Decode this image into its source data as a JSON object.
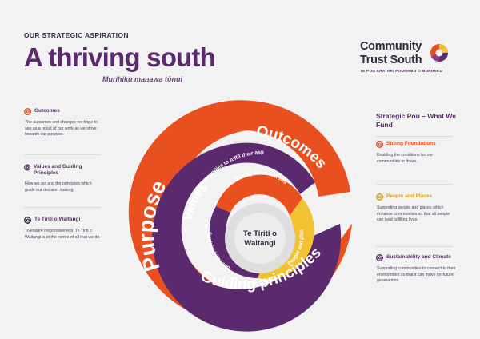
{
  "header": {
    "eyebrow": "OUR STRATEGIC ASPIRATION",
    "title": "A thriving south",
    "subtitle": "Murihiku manawa tōnui"
  },
  "logo": {
    "line1": "Community",
    "line2": "Trust South",
    "tagline": "TE POU ARATAKI POUNAMU O MURIHIKU"
  },
  "left_items": [
    {
      "heading": "Outcomes",
      "description": "The outcomes and changes we hope to see as a result of our work as we strive towards our purpose."
    },
    {
      "heading": "Values and Guiding Principles",
      "description": "How we act and the principles which guide our decision making."
    },
    {
      "heading": "Te Tiriti o Waitangi",
      "description": "To ensure responsiveness, Te Tiriti o Waitangi is at the centre of all that we do."
    }
  ],
  "right_panel": {
    "title": "Strategic Pou – What We Fund",
    "items": [
      {
        "heading": "Strong Foundations",
        "description": "Enabling the conditions for our communities to thrive."
      },
      {
        "heading": "People and Places",
        "description": "Supporting people and places which enhance communities so that all people can lead fulfilling lives."
      },
      {
        "heading": "Sustainability and Climate",
        "description": "Supporting communities to connect to their environment so that it can thrive for future generations."
      }
    ]
  },
  "spiral": {
    "purpose": "Purpose",
    "purpose_sub": "Empowering communities to fulfil their aspirations.",
    "outcomes": "Outcomes",
    "values": "Values",
    "guiding": "Guiding principles",
    "strong_foundations": "Strong Foundations",
    "people_places": "People and places",
    "sustainability": "Sustainability and climate",
    "center_line1": "Te Tiriti o",
    "center_line2": "Waitangi"
  },
  "colors": {
    "orange": "#e8501f",
    "purple": "#5b2a6e",
    "gold": "#f2c232",
    "grey": "#dcdcdc",
    "background": "#f3f2f3"
  }
}
